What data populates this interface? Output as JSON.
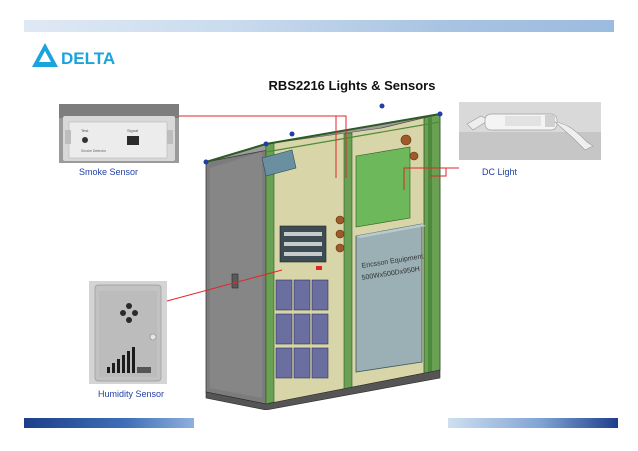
{
  "slide": {
    "title": "RBS2216  Lights & Sensors"
  },
  "logo": {
    "text": "DELTA",
    "color": "#1aa3dd"
  },
  "callouts": {
    "smoke_sensor": "Smoke Sensor",
    "dc_light": "DC Light",
    "humidity_sensor": "Humidity Sensor"
  },
  "smoke_sensor_photo": {
    "label_left": "Test",
    "label_right": "Signal",
    "device_text": "Smoke Detector"
  },
  "cabinet_label": {
    "line1": "Ericsson Equipment",
    "line2": "500Wx500Dx950H"
  },
  "colors": {
    "leader_line": "#e0262b",
    "caption": "#1f3fa8",
    "cabinet_body": "#7a7a7a",
    "cabinet_frame": "#3c6e2e"
  }
}
